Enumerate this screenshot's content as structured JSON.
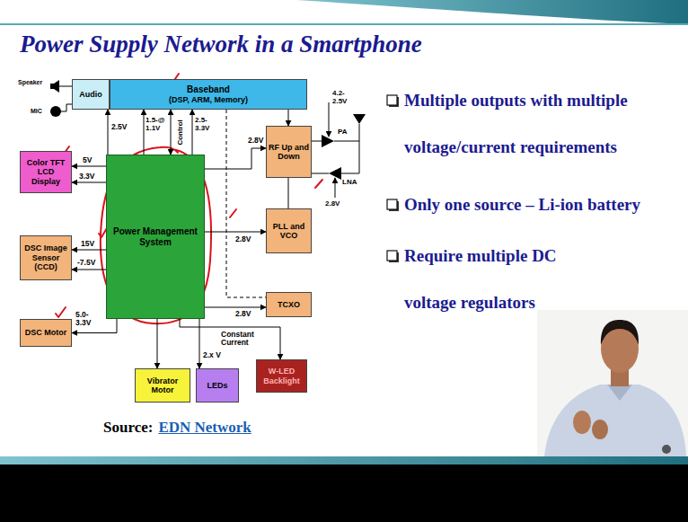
{
  "diagram": {
    "title": "Power Supply Network in a Smartphone",
    "nodes": [
      {
        "text": [
          "Audio"
        ]
      },
      {
        "text": [
          "Baseband",
          "(DSP, ARM, Memory)"
        ]
      },
      {
        "text": [
          "Color TFT LCD Display"
        ]
      },
      {
        "text": [
          "Power Management System"
        ]
      },
      {
        "text": [
          "RF Up and Down"
        ]
      },
      {
        "text": [
          "PLL and VCO"
        ]
      },
      {
        "text": [
          "DSC Image Sensor (CCD)"
        ]
      },
      {
        "text": [
          "TCXO"
        ]
      },
      {
        "text": [
          "DSC Motor"
        ]
      },
      {
        "text": [
          "Vibrator Motor"
        ]
      },
      {
        "text": [
          "LEDs"
        ]
      },
      {
        "text": [
          "W-LED Backlight"
        ]
      }
    ],
    "edges": [
      {
        "from": 3,
        "to": 0,
        "label": "2.5V",
        "arrow": "to"
      },
      {
        "from": 3,
        "to": 1,
        "label": "1.5-@ 1.1V",
        "arrow": "to"
      },
      {
        "from": 3,
        "to": 1,
        "label": "Control",
        "arrow": "both"
      },
      {
        "from": 3,
        "to": 1,
        "label": "2.5-3.3V",
        "arrow": "to"
      },
      {
        "from": 3,
        "to": 2,
        "label": "5V",
        "arrow": "to"
      },
      {
        "from": 3,
        "to": 2,
        "label": "3.3V",
        "arrow": "to"
      },
      {
        "from": 3,
        "to": 6,
        "label": "15V",
        "arrow": "to"
      },
      {
        "from": 3,
        "to": 6,
        "label": "-7.5V",
        "arrow": "to"
      },
      {
        "from": 3,
        "to": 8,
        "label": "5.0-3.3V",
        "arrow": "to"
      },
      {
        "from": 3,
        "to": 9,
        "arrow": "to"
      },
      {
        "from": 3,
        "to": 10,
        "label": "2.x V",
        "arrow": "to"
      },
      {
        "from": 3,
        "to": 11,
        "label": "Constant Current",
        "arrow": "to"
      },
      {
        "from": 3,
        "to": 4,
        "label": "2.8V",
        "arrow": "to"
      },
      {
        "from": 3,
        "to": 5,
        "label": "2.8V",
        "arrow": "to"
      },
      {
        "from": 3,
        "to": 7,
        "label": "2.8V",
        "arrow": "to"
      },
      {
        "from": 1,
        "to": 4,
        "arrow": "to"
      },
      {
        "from": 5,
        "to": 4,
        "arrow": "none"
      },
      {
        "from": 1,
        "to": 7,
        "arrow": "none"
      }
    ],
    "labels": [
      "Speaker",
      "MIC",
      "4.2-2.5V",
      "PA",
      "LNA",
      "2.8V",
      "Multiple outputs with multiple voltage/current requirements",
      "Only one source – Li-ion battery",
      "Require multiple DC voltage regulators",
      "Source:",
      "EDN Network"
    ]
  }
}
